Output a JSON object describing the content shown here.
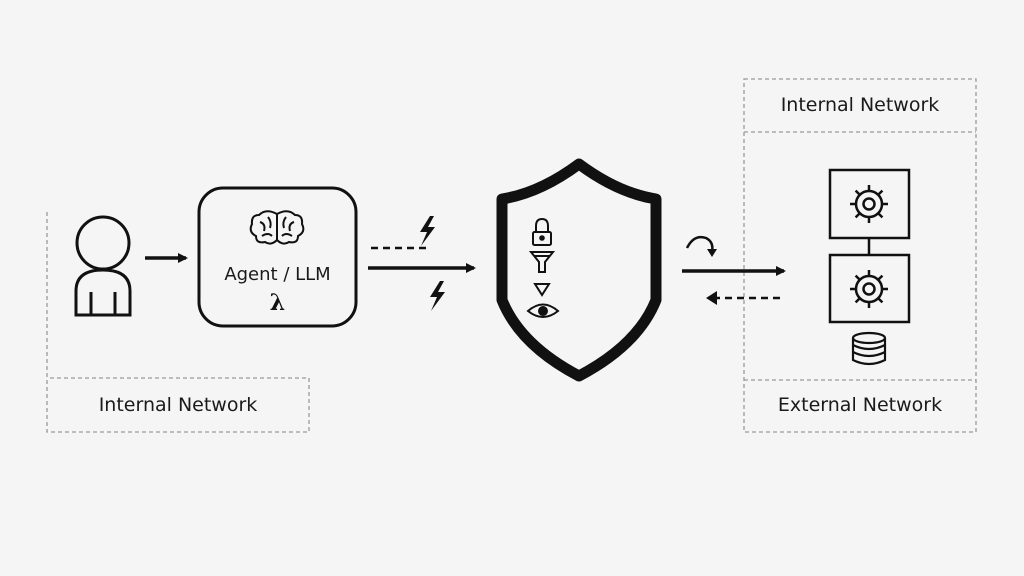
{
  "left_zone": {
    "label": "Internal Network"
  },
  "agent": {
    "title": "Agent / LLM",
    "symbol": "λ"
  },
  "right_zone": {
    "top_label": "Internal Network",
    "bottom_label": "External Network"
  },
  "icons": {
    "user": "user-icon",
    "brain": "brain-icon",
    "lightning": "lightning-icon",
    "shield": "shield-icon",
    "lock": "lock-icon",
    "filter": "filter-icon",
    "triangle": "triangle-down-icon",
    "eye": "eye-icon",
    "gear": "gear-icon",
    "database": "database-icon",
    "cycle": "curved-arrow-icon"
  },
  "colors": {
    "background": "#f5f5f5",
    "stroke": "#111111",
    "dashed_border": "#9a9a9a"
  }
}
